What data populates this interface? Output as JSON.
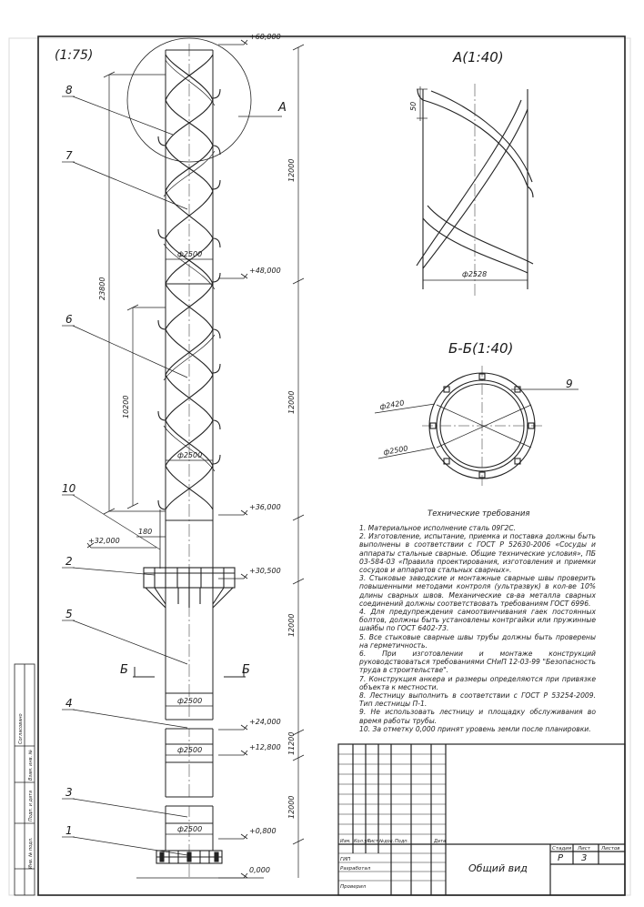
{
  "drawing": {
    "main_scale": "(1:75)",
    "view_a_label": "A",
    "view_a_title": "A(1:40)",
    "section_title": "Б-Б(1:40)",
    "section_mark_left": "Б",
    "section_mark_right": "Б"
  },
  "elevations": [
    "+60,000",
    "+48,000",
    "+36,000",
    "+32,000",
    "+30,500",
    "+24,000",
    "+12,800",
    "+0,800",
    "0,000"
  ],
  "dimensions": {
    "seg1": "12000",
    "seg2": "12000",
    "seg3": "12000",
    "seg4": "11200",
    "seg5": "12000",
    "total": "23800",
    "mid": "10200",
    "offset": "180",
    "detail_top": "50",
    "dia_main": "ф2500",
    "dia_detail": "ф2528",
    "dia_section_inner": "ф2420",
    "dia_section_outer": "ф2500"
  },
  "callouts": [
    "8",
    "7",
    "6",
    "10",
    "2",
    "5",
    "4",
    "3",
    "1",
    "9"
  ],
  "requirements": {
    "title": "Технические требования",
    "items": [
      "1. Материальное исполнение сталь 09Г2С.",
      "2. Изготовление, испытание, приемка и поставка должны быть выполнены в соответствии с ГОСТ Р 52630-2006 «Сосуды и аппараты стальные сварные. Общие технические условия», ПБ 03-584-03 «Правила проектирования, изготовления и приемки сосудов и аппаратов стальных сварных».",
      "3. Стыковые заводские и монтажные сварные швы проверить повышенными методами контроля (ультразвук) в кол-ве 10% длины сварных швов. Механические св-ва металла сварных соединений должны соответствовать требованиям ГОСТ 6996.",
      "4. Для предупреждения самоотвинчивания гаек постоянных болтов, должны быть установлены контргайки или пружинные шайбы по ГОСТ 6402-73.",
      "5. Все стыковые сварные швы трубы должны быть проверены на герметичность.",
      "6. При изготовлении и монтаже конструкций руководствоваться требованиями СНиП 12-03-99 \"Безопасность труда в строительстве\".",
      "7. Конструкция анкера и размеры определяются при привязке объекта к местности.",
      "8. Лестницу выполнить в соответствии с ГОСТ Р 53254-2009. Тип лестницы П-1.",
      "9. Не использовать лестницу и площадку обслуживания во время работы трубы.",
      "10. За отметку 0,000 принят уровень земли после планировки."
    ]
  },
  "title_block": {
    "name": "Общий вид",
    "col_headers": [
      "Изм.",
      "Кол.уч.",
      "Лист",
      "№док.",
      "Подп.",
      "Дата"
    ],
    "roles": [
      "ГИП",
      "Разработал",
      "",
      "Проверил"
    ],
    "stage_label": "Стадия",
    "sheet_label": "Лист",
    "sheets_label": "Листов",
    "stage": "Р",
    "sheet": "3",
    "sheets": ""
  },
  "side_stamp": [
    "Согласовано",
    "Инв. № подл.",
    "Подп. и дата",
    "Взам. инв. №"
  ]
}
